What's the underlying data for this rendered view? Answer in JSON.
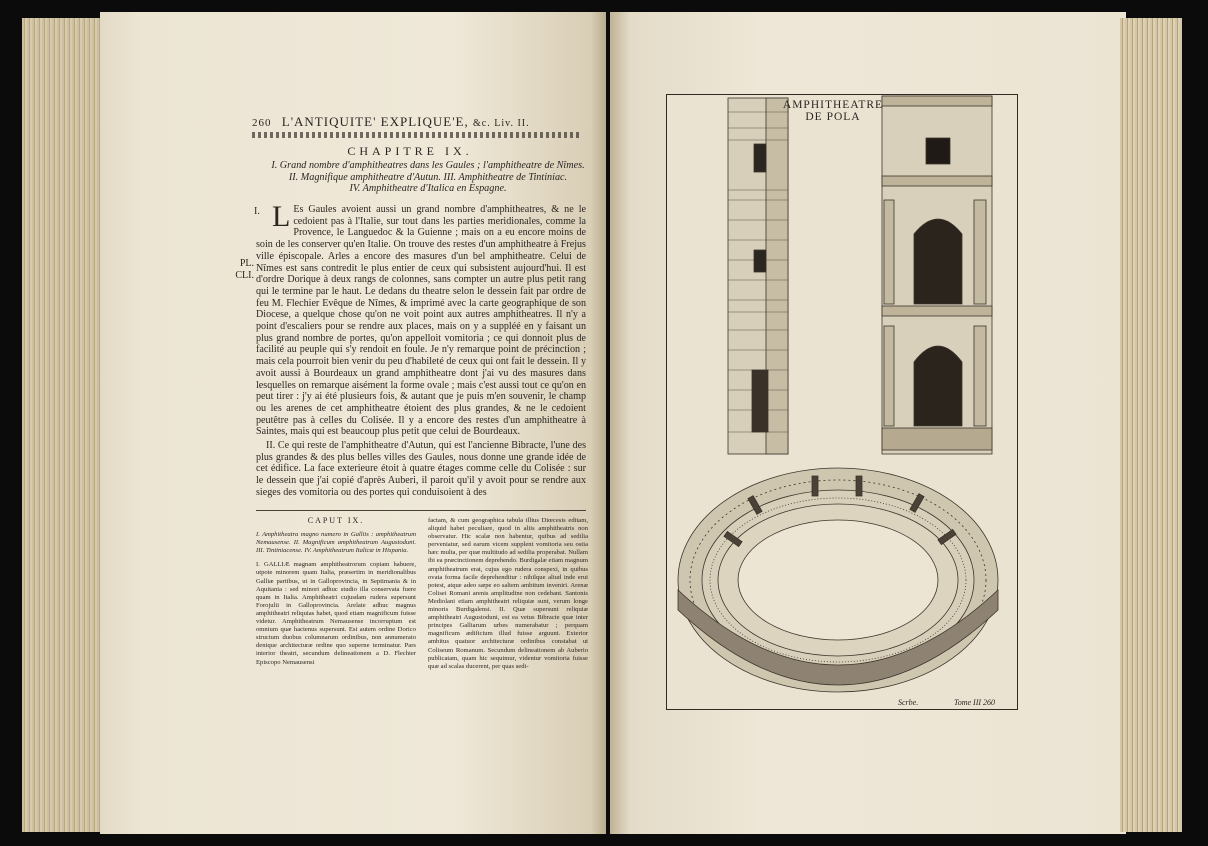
{
  "left_page": {
    "page_number": "260",
    "running_head": "L'ANTIQUITE' EXPLIQUE'E,",
    "running_head_suffix": "&c. Liv. II.",
    "chapter": "CHAPITRE IX.",
    "summary": [
      "I. Grand nombre d'amphitheatres dans les Gaules ; l'amphitheatre de Nîmes.",
      "II. Magnifique amphitheatre d'Autun. III. Amphitheatre de Tintiniac.",
      "IV. Amphitheatre d'Italica en Espagne."
    ],
    "section_mark": "I.",
    "dropcap": "L",
    "paragraph1": "Es Gaules avoient aussi un grand nombre d'amphitheatres, & ne le cedoient pas à l'Italie, sur tout dans les parties meridionales, comme la Provence, le Languedoc & la Guienne ; mais on a eu encore moins de soin de les conserver qu'en Italie. On trouve des restes d'un amphitheatre à Frejus ville épiscopale. Arles a encore des masures d'un bel amphitheatre. Celui de Nîmes est sans contredit le plus entier de ceux qui subsistent aujourd'hui. Il est d'ordre Dorique à deux rangs de colonnes, sans compter un autre plus petit rang qui le termine par le haut. Le dedans du theatre selon le dessein fait par ordre de feu M. Flechier Evêque de Nîmes, & imprimé avec la carte geographique de son Diocese, a quelque chose qu'on ne voit point aux autres amphitheatres. Il n'y a point d'escaliers pour se rendre aux places, mais on y a suppléé en y faisant un plus grand nombre de portes, qu'on appelloit vomitoria ; ce qui donnoit plus de facilité au peuple qui s'y rendoit en foule. Je n'y remarque point de précinction ; mais cela pourroit bien venir du peu d'habileté de ceux qui ont fait le dessein. Il y avoit aussi à Bourdeaux un grand amphitheatre dont j'ai vu des masures dans lesquelles on remarque aisément la forme ovale ; mais c'est aussi tout ce qu'on en peut tirer : j'y ai été plusieurs fois, & autant que je puis m'en souvenir, le champ ou les arenes de cet amphitheatre étoient des plus grandes, & ne le cedoient peutêtre pas à celles du Colisée. Il y a encore des restes d'un amphitheatre à Saintes, mais qui est beaucoup plus petit que celui de Bourdeaux.",
    "paragraph2": "II. Ce qui reste de l'amphitheatre d'Autun, qui est l'ancienne Bibracte, l'une des plus grandes & des plus belles villes des Gaules, nous donne une grande idée de cet édifice. La face exterieure étoit à quatre étages comme celle du Colisée : sur le dessein que j'ai copié d'après Auberi, il paroit qu'il y avoit pour se rendre aux sieges des vomitoria ou des portes qui conduisoient à des",
    "margin_note": "PL. CLI.",
    "latin_caption": "CAPUT IX.",
    "latin_summary": "I. Amphitheatra magno numero in Galliis : amphitheatrum Nemausense. II. Magnificum amphitheatrum Augustoduni. III. Tintiniacense. IV. Amphitheatrum Italicæ in Hispania.",
    "latin_col1": "I. GALLIÆ magnam amphitheatrorum copiam habuere, utpote minorem quam Italia, præsertim in meridionalibus Galliæ partibus, ut in Galloprovincia, in Septimania & in Aquitania : sed minori adhuc studio illa conservata fuere quam in Italia. Amphitheatri cujusdam rudera supersunt Forojulii in Galloprovincia. Arelate adhuc magnus amphitheatri reliquias habet, quod etiam magnificum fuisse videtur. Amphitheatrum Nemausense incorruptum est omnium quæ hactenus supersunt. Est autem ordine Dorico structum duobus columnarum ordinibus, non annumerato denique architecturæ ordine quo superne terminatur. Pars interior theatri, secundum delineationem a D. Flechier Episcopo Nemausensi",
    "latin_col2": "factam, & cum geographica tabula illius Diœcesis editam, aliquid habet peculiare, quod in aliis amphitheatris non observatur. Hic scalæ non habentur, quibus ad sedilia perveniatur, sed earum vicem supplent vomitoria seu ostia hæc multa, per quæ multitudo ad sedilia properabat. Nullam ibi ea præcinctionem deprehendo. Burdigalæ etiam magnum amphitheatrum erat, cujus ego rudera conspexi, in quibus ovata forma facile deprehenditur : nihilque aliud inde erui potest, atque adeo sæpe eo saltem ambitum inveniri. Arenæ Colisei Romani arenis amplitudine non cedebant. Santonis Mediolani etiam amphitheatri reliquiæ sunt, verum longe minoris Burdigalensi. II. Quæ supersunt reliquiæ amphitheatri Augustoduni, est ea vetus Bibracte quæ inter principes Galliarum urbes numerabatur ; perquam magnificum ædificium illud fuisse arguunt. Exterior ambitus quatuor architecturæ ordinibus constabat ut Coliseum Romanum. Secundum delineationem ab Auberio publicatam, quam hic sequimur, videntur vomitoria fuisse quæ ad scalas ducerent, per quas sedi-"
  },
  "right_page": {
    "plate_title_line1": "AMPHITHEATRE",
    "plate_title_line2": "DE POLA",
    "plate_signature": "Scrbe.",
    "plate_number": "Tome III 260"
  }
}
